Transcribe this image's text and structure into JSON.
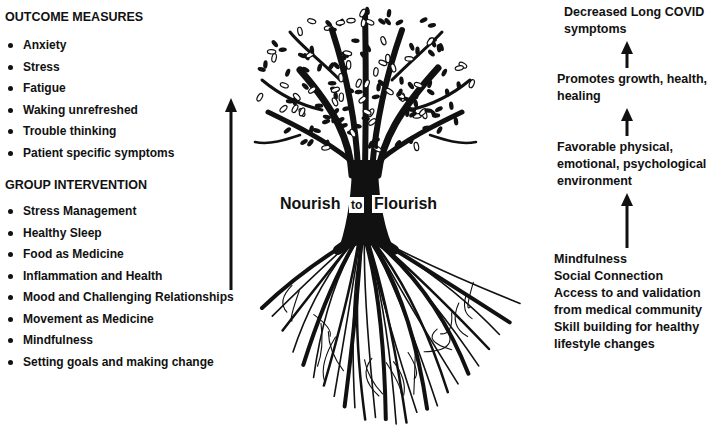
{
  "diagram": {
    "nodes": [
      {
        "text": [
          "Decreased Long COVID symptoms"
        ]
      },
      {
        "text": [
          "Promotes growth, health, healing"
        ]
      },
      {
        "text": [
          "Favorable physical, emotional, psychological environment"
        ]
      },
      {
        "text": [
          "Mindfulness",
          "Social Connection",
          "Access to and validation from medical community",
          "Skill building for healthy lifestyle changes"
        ]
      }
    ],
    "edges": [
      {
        "from": 3,
        "to": 2,
        "arrow": "to"
      },
      {
        "from": 2,
        "to": 1,
        "arrow": "to"
      },
      {
        "from": 1,
        "to": 0,
        "arrow": "to"
      }
    ],
    "labels": [
      "OUTCOME MEASURES",
      "Anxiety",
      "Stress",
      "Fatigue",
      "Waking unrefreshed",
      "Trouble thinking",
      "Patient specific symptoms",
      "GROUP INTERVENTION",
      "Stress Management",
      "Healthy Sleep",
      "Food as Medicine",
      "Inflammation and Health",
      "Mood and Challenging Relationships",
      "Movement as Medicine",
      "Mindfulness",
      "Setting goals and making change",
      "Nourish",
      "to",
      "Flourish"
    ]
  }
}
